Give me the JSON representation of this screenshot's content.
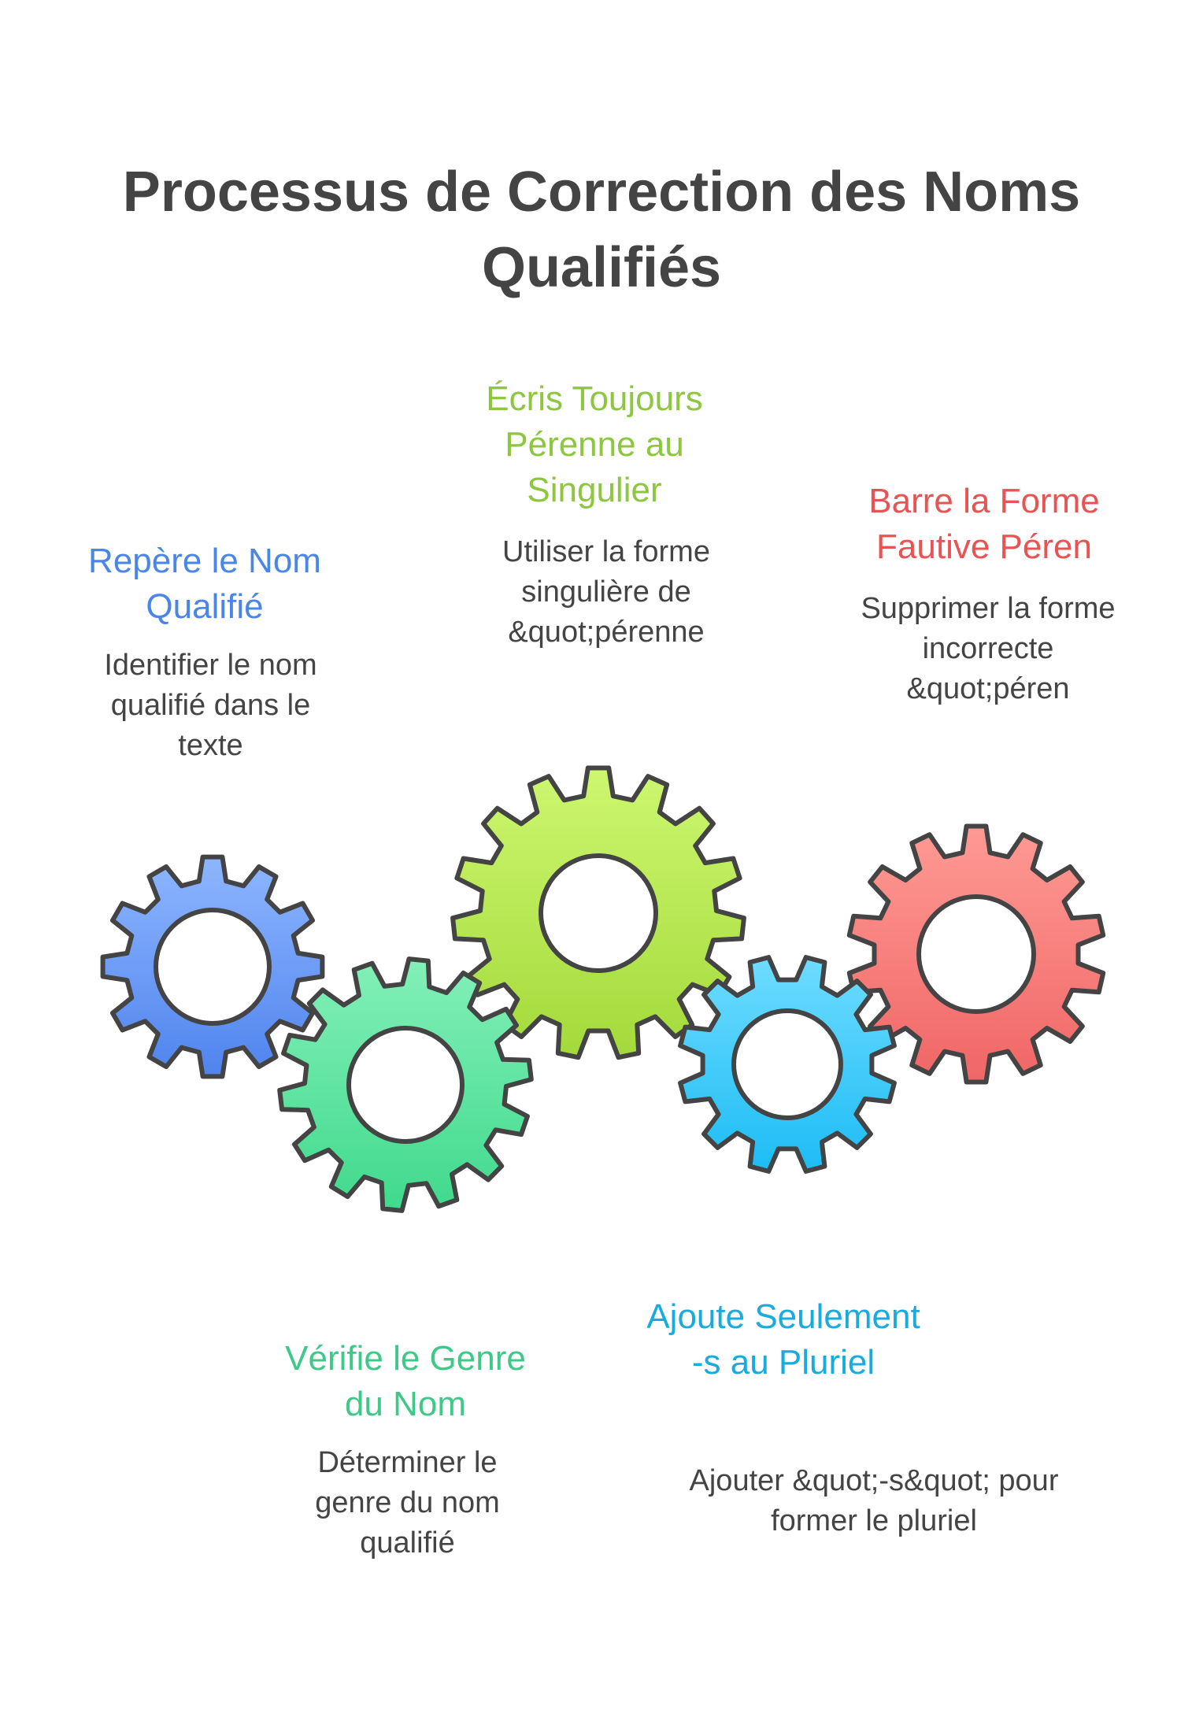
{
  "title": "Processus de Correction des Noms Qualifiés",
  "steps": [
    {
      "id": "repere",
      "title": "Repère le Nom Qualifié",
      "description": "Identifier le nom qualifié dans le texte",
      "color": "#4A86E8",
      "gear_colors": [
        "#8EB6FF",
        "#4F84EE"
      ]
    },
    {
      "id": "verifie",
      "title": "Vérifie le Genre du Nom",
      "description": "Déterminer le genre du nom qualifié",
      "color": "#3FC989",
      "gear_colors": [
        "#83F0B8",
        "#40D98C"
      ]
    },
    {
      "id": "ecris",
      "title": "Écris Toujours Pérenne au Singulier",
      "description": "Utiliser la forme singulière de &quot;pérenne",
      "color": "#8DC63F",
      "gear_colors": [
        "#CDF770",
        "#A3DA3A"
      ]
    },
    {
      "id": "ajoute",
      "title": "Ajoute Seulement -s au Pluriel",
      "description": "Ajouter &quot;-s&quot; pour former le pluriel",
      "color": "#1AABDE",
      "gear_colors": [
        "#6EDCFF",
        "#1DBCF5"
      ]
    },
    {
      "id": "barre",
      "title": "Barre la Forme Fautive Péren",
      "description": "Supprimer la forme incorrecte &quot;péren",
      "color": "#E85454",
      "gear_colors": [
        "#FF9A94",
        "#F06666"
      ]
    }
  ],
  "stroke_color": "#444444"
}
